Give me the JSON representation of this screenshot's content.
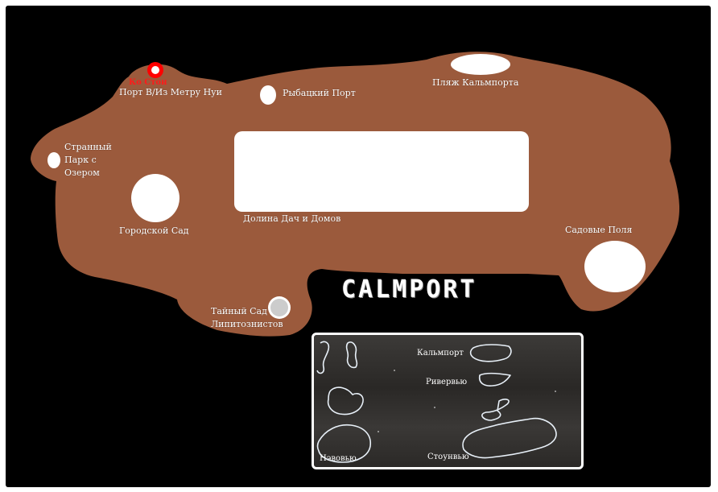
{
  "map": {
    "title": "CALMPORT",
    "colors": {
      "land": "#9b5a3c",
      "background": "#000000",
      "marker": "#ffffff",
      "secret_marker": "#cccccc",
      "portal_marker": "#ff0000"
    },
    "locations": {
      "port_metru_nui": "Порт В/Из Метру Нуи",
      "portal_label": "Ко Стон",
      "fishing_port": "Рыбацкий Порт",
      "beach": "Пляж Кальмпорта",
      "strange_park_line1": "Странный",
      "strange_park_line2": "Парк с",
      "strange_park_line3": "Озером",
      "city_garden": "Городской Сад",
      "valley": "Долина Дач и Домов",
      "garden_fields": "Садовые Поля",
      "secret_garden_line1": "Тайный Сад",
      "secret_garden_line2": "Липитознистов"
    }
  },
  "inset": {
    "labels": {
      "calmport": "Кальмпорт",
      "riverview": "Ривервью",
      "newview": "Нэвовью",
      "stoneview": "Стоунвью"
    }
  }
}
